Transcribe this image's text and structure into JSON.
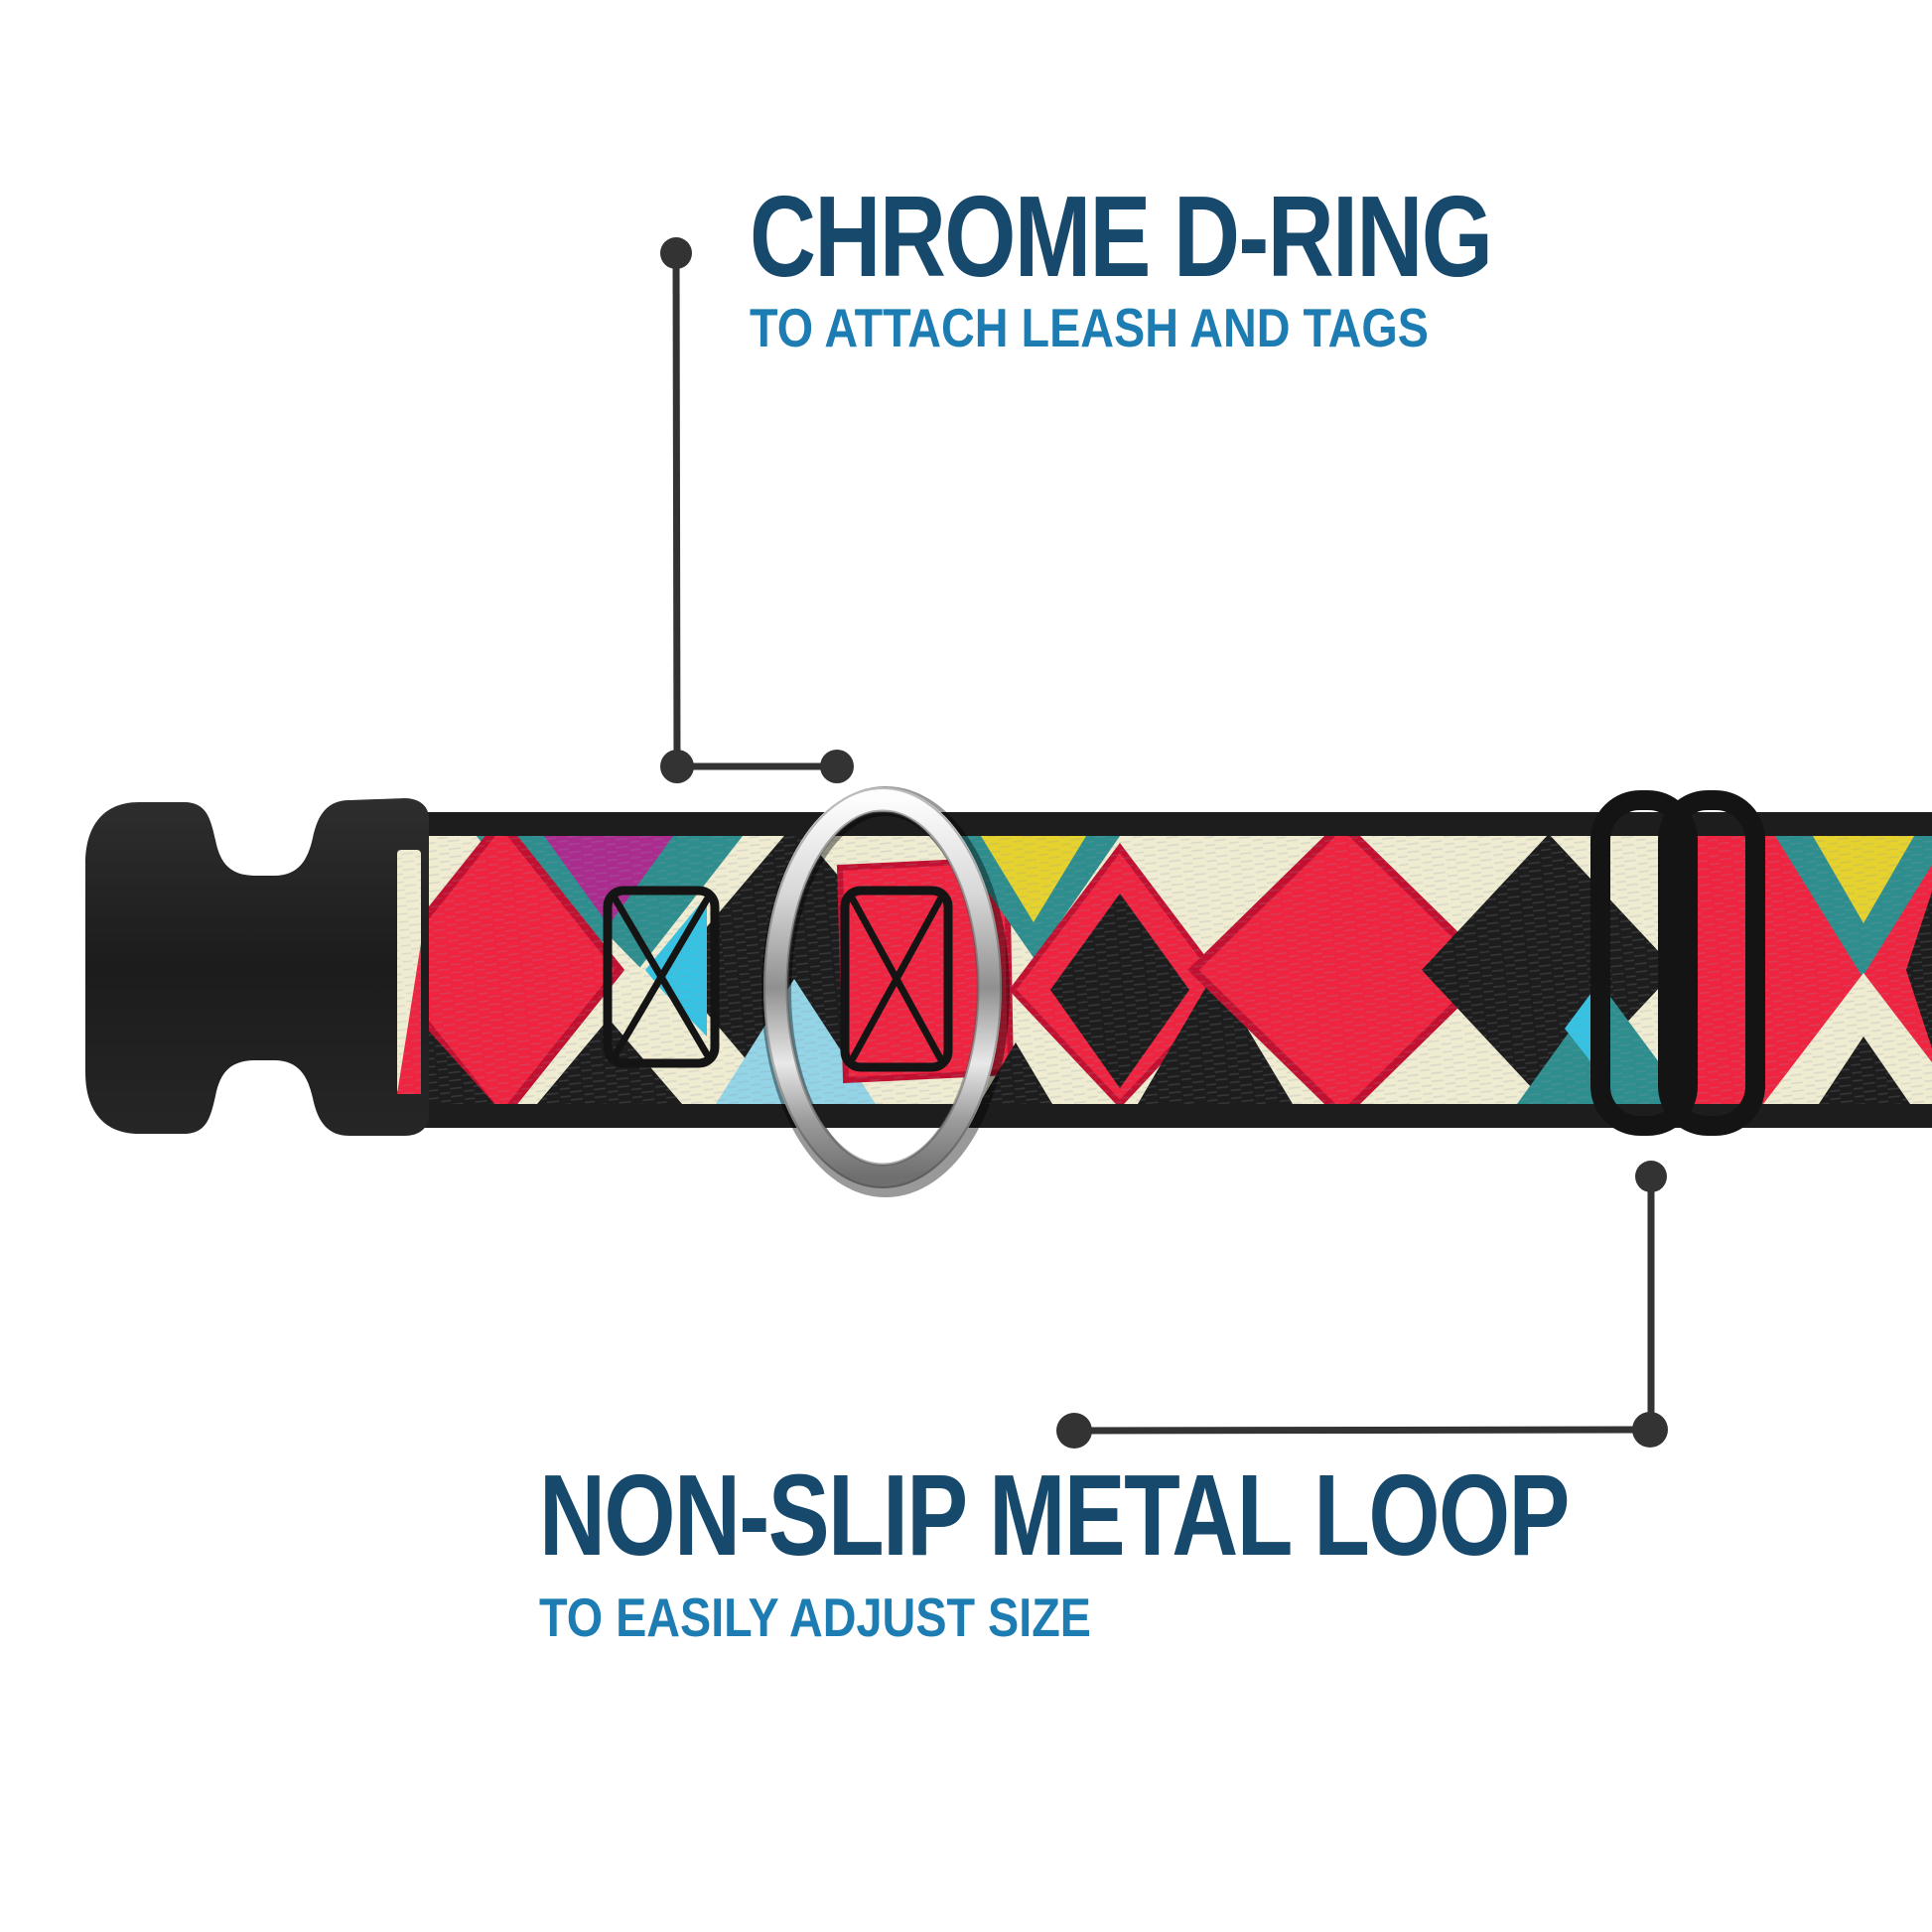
{
  "annotations": {
    "d_ring": {
      "title": "CHROME D-RING",
      "subtitle": "TO ATTACH LEASH AND TAGS"
    },
    "metal_loop": {
      "title": "NON-SLIP METAL LOOP",
      "subtitle": "TO EASILY ADJUST SIZE"
    }
  },
  "icons": {
    "buckle": "side-release-buckle-icon",
    "d_ring": "chrome-d-ring-icon",
    "slider": "tri-glide-slider-icon",
    "leader_dot": "callout-dot-icon"
  },
  "colors": {
    "title_navy": "#17496D",
    "subtitle_blue": "#1D7CB2",
    "leader_dark": "#333333",
    "red": "#EF2440",
    "red_dark": "#C11030",
    "black_ink": "#1D1D1D",
    "cream": "#EFECD2",
    "teal": "#2E8E8E",
    "cyan": "#35C2E3",
    "powder_blue": "#93D4E6",
    "magenta": "#AB2C8F",
    "yellow": "#E6D22E",
    "chrome_light": "#FDFDFD",
    "chrome_dark": "#6F6F6F",
    "buckle_black": "#1C1C1C"
  }
}
